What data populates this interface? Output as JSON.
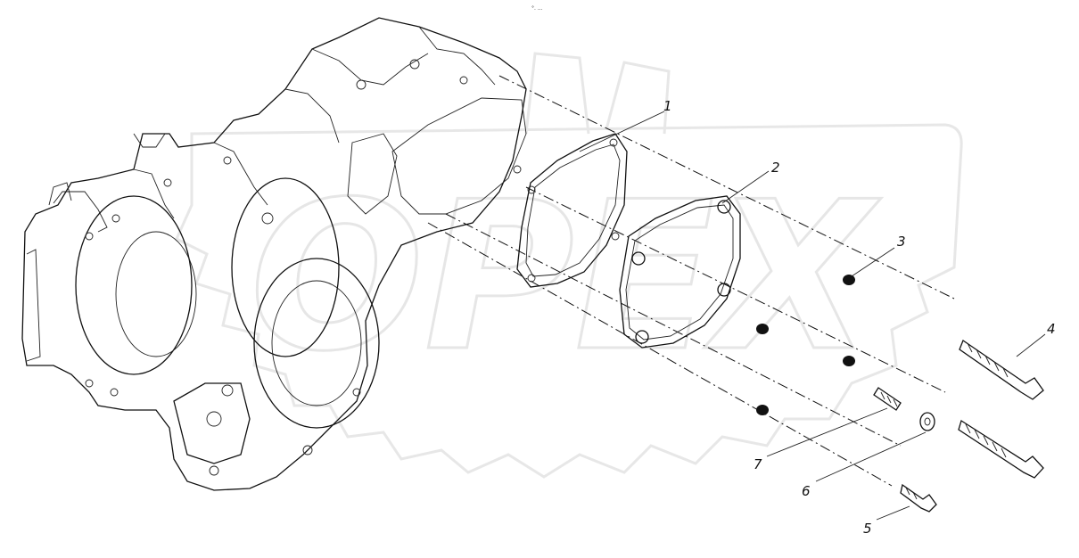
{
  "watermark": {
    "text": "OPEX"
  },
  "header": {
    "mark": "°. ..."
  },
  "callouts": [
    {
      "id": "c1",
      "label": "1"
    },
    {
      "id": "c2",
      "label": "2"
    },
    {
      "id": "c3",
      "label": "3"
    },
    {
      "id": "c4",
      "label": "4"
    },
    {
      "id": "c5",
      "label": "5"
    },
    {
      "id": "c6",
      "label": "6"
    },
    {
      "id": "c7",
      "label": "7"
    }
  ]
}
